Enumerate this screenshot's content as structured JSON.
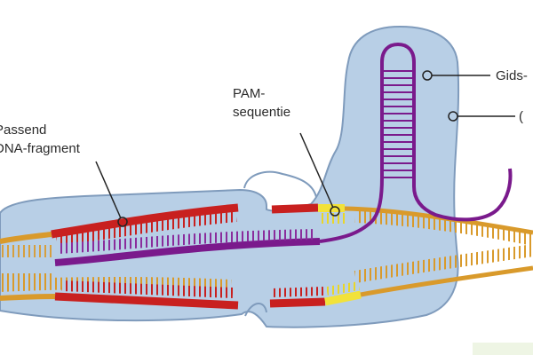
{
  "labels": {
    "matching_dna_line1": "Passend",
    "matching_dna_line2": "DNA-fragment",
    "pam_line1": "PAM-",
    "pam_line2": "sequentie",
    "guide_rna": "Gids-",
    "cas9": "("
  },
  "colors": {
    "protein_fill": "#b8cfe6",
    "protein_outline": "#7f9bbc",
    "dna_backbone": "#d99a2b",
    "dna_target": "#c8201f",
    "pam": "#f2e23a",
    "guide_rna": "#7a1a8c",
    "pointer": "#222222"
  }
}
